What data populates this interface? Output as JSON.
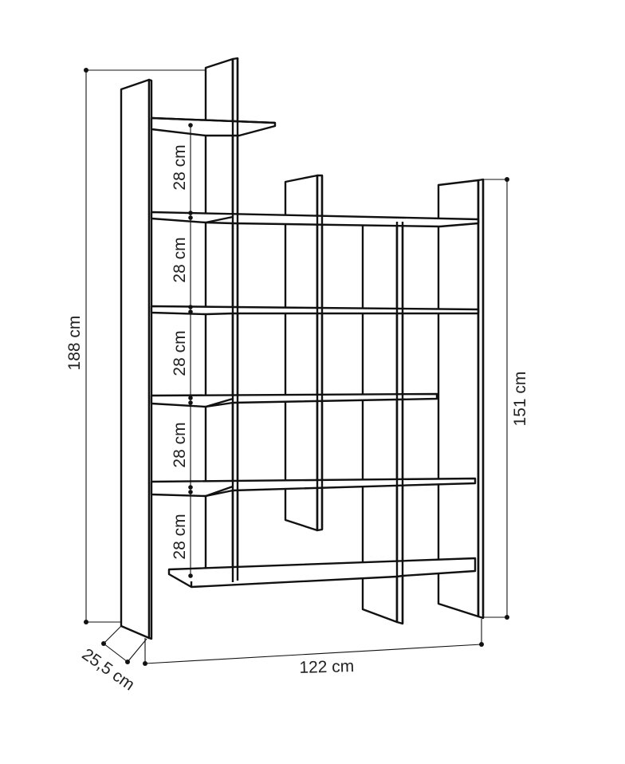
{
  "diagram": {
    "ink_color": "#111111",
    "background": "#ffffff",
    "dimensions": {
      "total_height": "188 cm",
      "right_height": "151 cm",
      "width": "122 cm",
      "depth": "25,5 cm",
      "shelf_spacing": [
        "28 cm",
        "28 cm",
        "28 cm",
        "28 cm",
        "28 cm"
      ]
    }
  }
}
